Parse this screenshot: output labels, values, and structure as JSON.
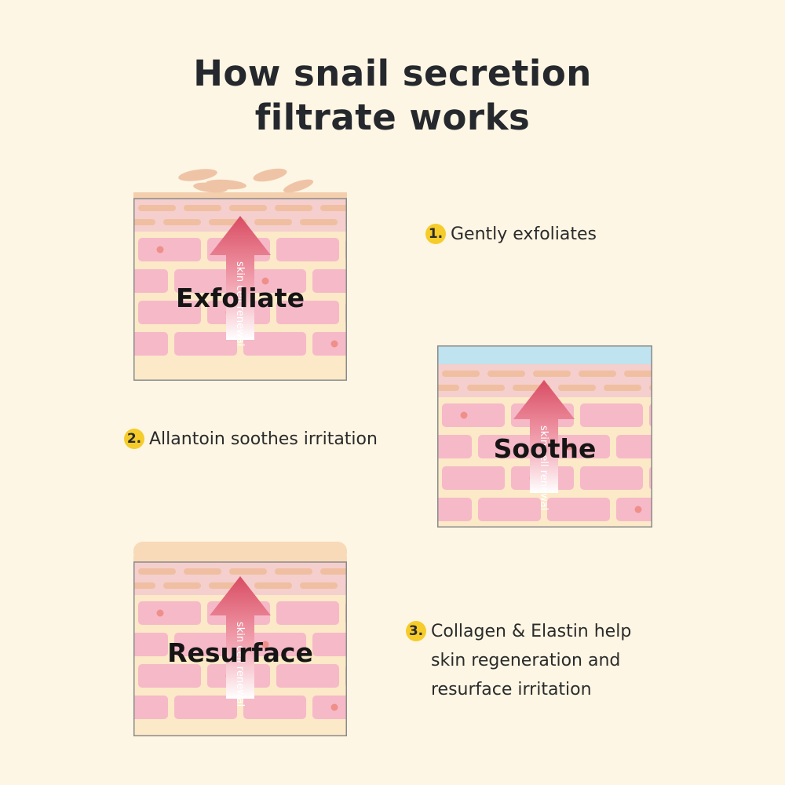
{
  "title": {
    "line1": "How snail secretion",
    "line2": "filtrate works"
  },
  "panels": [
    {
      "label": "Exfoliate",
      "arrow_text": "skin cell renewal",
      "top_layer": "flaking-cells"
    },
    {
      "label": "Soothe",
      "arrow_text": "skin cell renewal",
      "top_layer": "blue-film"
    },
    {
      "label": "Resurface",
      "arrow_text": "skin cell renewal",
      "top_layer": "smooth-layer"
    }
  ],
  "steps": [
    {
      "number": "1.",
      "text": "Gently exfoliates"
    },
    {
      "number": "2.",
      "text": "Allantoin soothes irritation"
    },
    {
      "number": "3.",
      "text": "Collagen & Elastin help\nskin regeneration and\nresurface irritation"
    }
  ],
  "colors": {
    "background": "#fdf6e4",
    "skin_base": "#fbe9c8",
    "cell_pink": "#f6b9c8",
    "cell_dot": "#ef8f8a",
    "top_band": "#f4cfcd",
    "arrow_red": "#d94c62",
    "badge_yellow": "#f6cc2b",
    "film_blue": "#bfe3ef",
    "flake_tan": "#efc4a6"
  }
}
